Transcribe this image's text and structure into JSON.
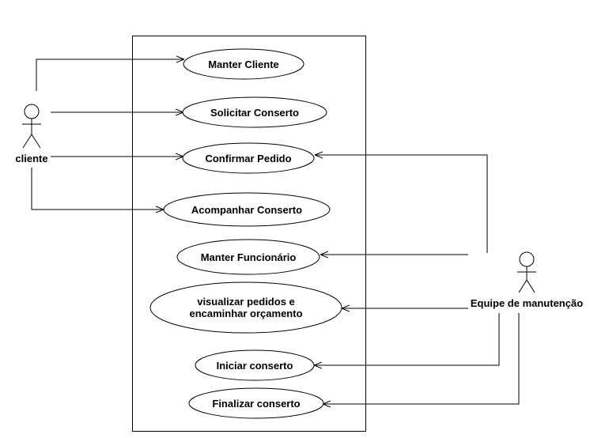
{
  "actors": {
    "cliente": {
      "label": "cliente",
      "icon": "stick-figure-icon"
    },
    "equipe": {
      "label": "Equipe de manutenção",
      "icon": "stick-figure-icon"
    }
  },
  "use_cases": {
    "manter_cliente": {
      "label": "Manter Cliente"
    },
    "solicitar_conserto": {
      "label": "Solicitar Conserto"
    },
    "confirmar_pedido": {
      "label": "Confirmar Pedido"
    },
    "acompanhar_conserto": {
      "label": "Acompanhar Conserto"
    },
    "manter_funcionario": {
      "label": "Manter Funcionário"
    },
    "visualizar_pedidos": {
      "line1": "visualizar pedidos e",
      "line2": "encaminhar orçamento"
    },
    "iniciar_conserto": {
      "label": "Iniciar conserto"
    },
    "finalizar_conserto": {
      "label": "Finalizar conserto"
    }
  },
  "associations": [
    {
      "from": "cliente",
      "to": "manter_cliente"
    },
    {
      "from": "cliente",
      "to": "solicitar_conserto"
    },
    {
      "from": "cliente",
      "to": "confirmar_pedido"
    },
    {
      "from": "cliente",
      "to": "acompanhar_conserto"
    },
    {
      "from": "equipe",
      "to": "confirmar_pedido"
    },
    {
      "from": "equipe",
      "to": "manter_funcionario"
    },
    {
      "from": "equipe",
      "to": "visualizar_pedidos"
    },
    {
      "from": "equipe",
      "to": "iniciar_conserto"
    },
    {
      "from": "equipe",
      "to": "finalizar_conserto"
    }
  ],
  "colors": {
    "stroke": "#000000",
    "background": "#ffffff"
  }
}
